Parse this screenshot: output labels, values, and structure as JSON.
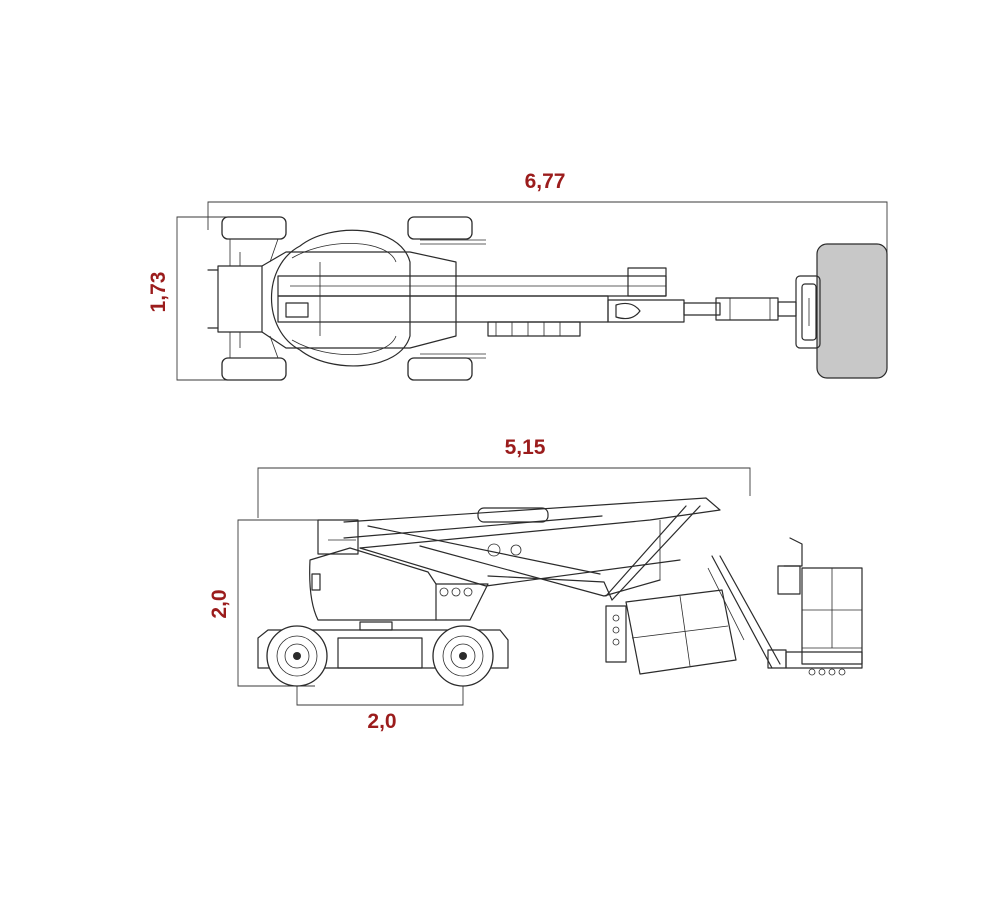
{
  "dimensions": {
    "top_view_length": "6,77",
    "top_view_width": "1,73",
    "side_view_length": "5,15",
    "side_view_height": "2,0",
    "wheelbase": "2,0"
  },
  "colors": {
    "dimension_text": "#9b1c1c",
    "line": "#2b2b2b",
    "platform_fill": "#c8c8c8",
    "background": "#ffffff"
  }
}
